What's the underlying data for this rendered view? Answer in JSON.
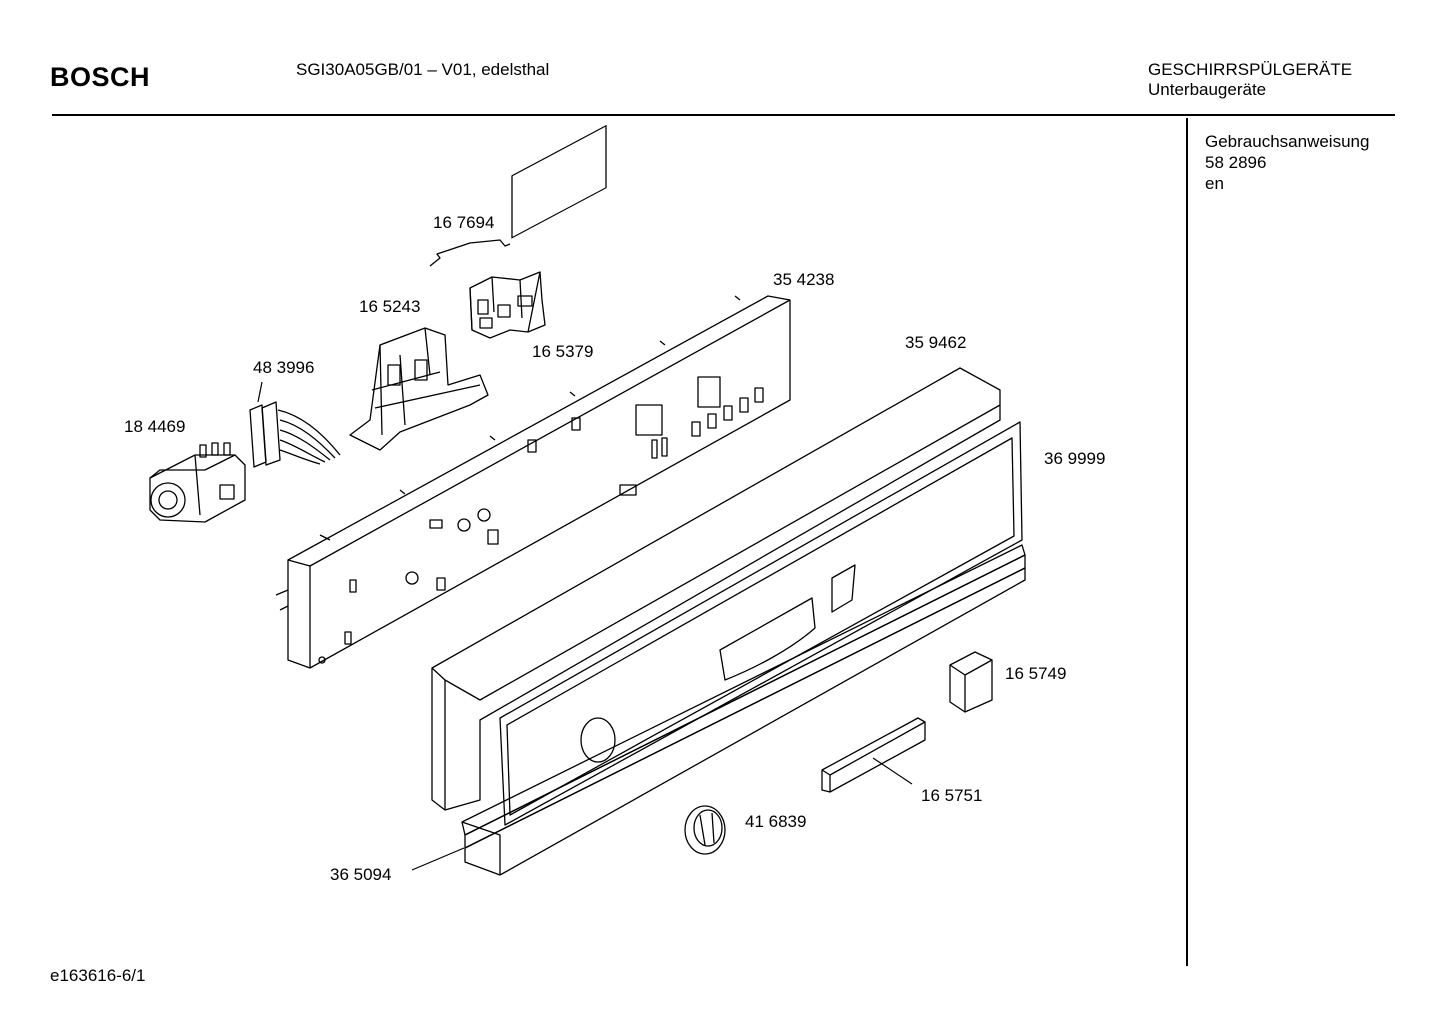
{
  "header": {
    "brand": "BOSCH",
    "model": "SGI30A05GB/01 – V01, edelsthal",
    "category_line1": "GESCHIRRSPÜLGERÄTE",
    "category_line2": "Unterbaugeräte"
  },
  "sidebar": {
    "doc_type": "Gebrauchsanweisung",
    "doc_number": "58 2896",
    "language": "en"
  },
  "footer": {
    "drawing_id": "e163616-6/1"
  },
  "parts": [
    {
      "number": "16 7694"
    },
    {
      "number": "35 4238"
    },
    {
      "number": "16 5243"
    },
    {
      "number": "16 5379"
    },
    {
      "number": "48 3996"
    },
    {
      "number": "35 9462"
    },
    {
      "number": "18 4469"
    },
    {
      "number": "36 9999"
    },
    {
      "number": "16 5749"
    },
    {
      "number": "16 5751"
    },
    {
      "number": "41 6839"
    },
    {
      "number": "36 5094"
    }
  ]
}
